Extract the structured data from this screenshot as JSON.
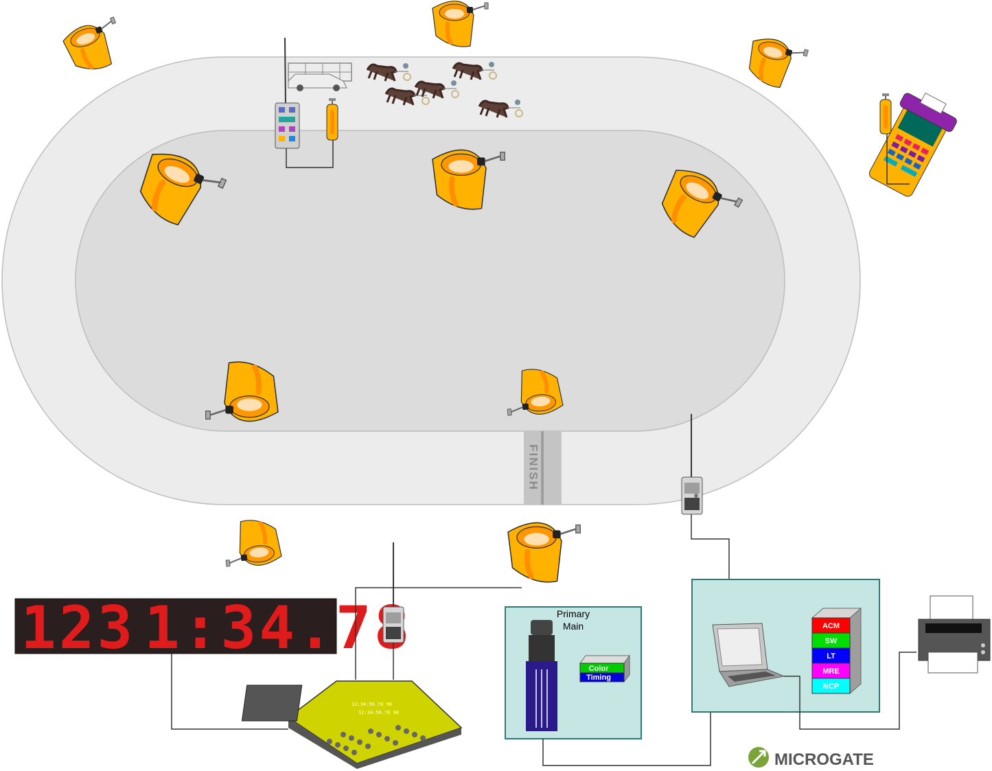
{
  "scoreboard": {
    "bib": "123",
    "time": "1:34.78"
  },
  "track": {
    "finish_label": "FINISH"
  },
  "camera_panel": {
    "line1": "Primary",
    "line2": "Main"
  },
  "software_box": {
    "line1": "Color",
    "line2": "Timing"
  },
  "modules": [
    {
      "label": "ACM",
      "color": "#ff0000"
    },
    {
      "label": "SW",
      "color": "#00dd00"
    },
    {
      "label": "LT",
      "color": "#0000ff"
    },
    {
      "label": "MRE",
      "color": "#ff00ff"
    },
    {
      "label": "NCP",
      "color": "#00ffff"
    }
  ],
  "timer": {
    "line1": "12:34:56.78 90",
    "line2": "12:34:56.78 90"
  },
  "brand": {
    "name": "MICROGATE"
  }
}
